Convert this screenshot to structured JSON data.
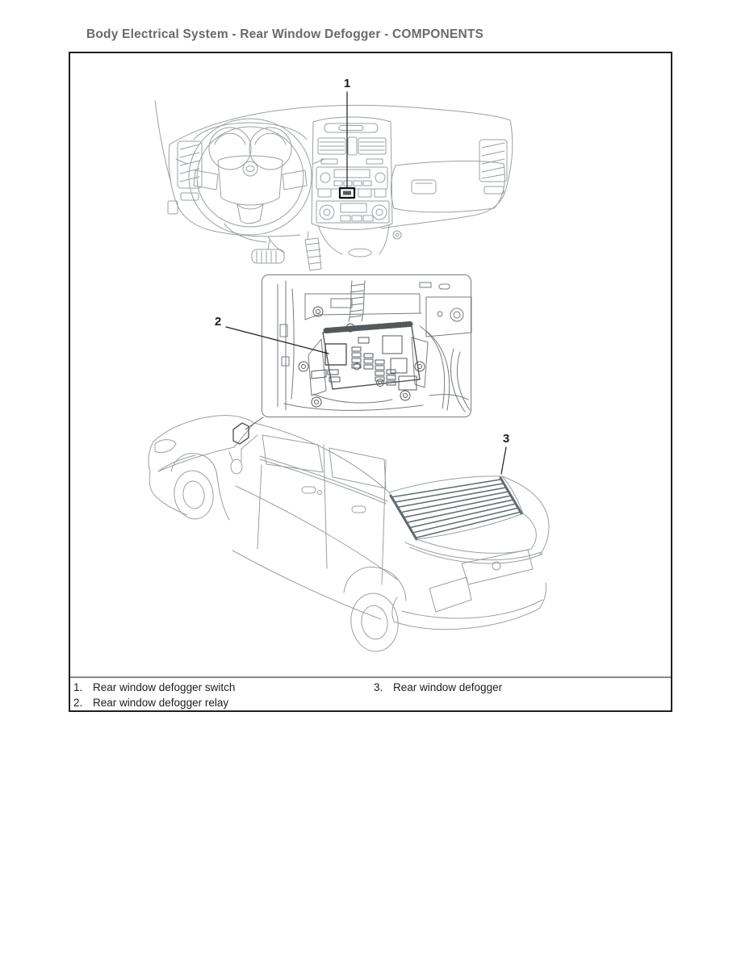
{
  "page": {
    "title": "Body Electrical System - Rear Window Defogger - COMPONENTS"
  },
  "figure": {
    "callouts": [
      {
        "number": "1"
      },
      {
        "number": "2"
      },
      {
        "number": "3"
      }
    ],
    "legend": {
      "columns": [
        {
          "items": [
            {
              "number": "1.",
              "text": "Rear window defogger switch"
            },
            {
              "number": "2.",
              "text": "Rear window defogger relay"
            }
          ]
        },
        {
          "items": [
            {
              "number": "3.",
              "text": "Rear window defogger"
            }
          ]
        }
      ]
    }
  },
  "colors": {
    "title_text": "#6a6a6a",
    "box_border": "#1f1f1f",
    "divider": "#8a8a8a",
    "line_light": "#9aa0a4",
    "line_mid": "#777c80",
    "line_dark": "#55595c",
    "grid": "#5f6b70",
    "callout": "#1c1c1c",
    "legend_text": "#1c1c1c",
    "page_bg": "#ffffff"
  }
}
